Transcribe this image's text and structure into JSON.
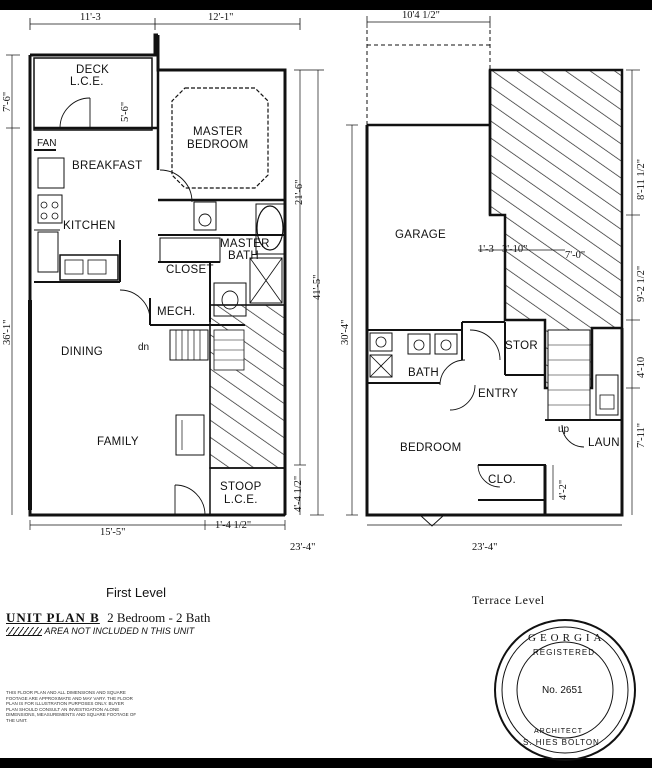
{
  "first_level": {
    "rooms": {
      "deck": "DECK",
      "deck_sub": "L.C.E.",
      "master_bedroom_1": "MASTER",
      "master_bedroom_2": "BEDROOM",
      "fan": "FAN",
      "breakfast": "BREAKFAST",
      "kitchen": "KITCHEN",
      "master_bath_1": "MASTER",
      "master_bath_2": "BATH",
      "closet": "CLOSET",
      "mech": "MECH.",
      "dining": "DINING",
      "family": "FAMILY",
      "stoop": "STOOP",
      "stoop_sub": "L.C.E.",
      "dn": "dn"
    },
    "dims": {
      "top_left": "11'-3",
      "top_right": "12'-1\"",
      "deck_height": "7'-6\"",
      "deck_inner": "5'-6\"",
      "left_total": "36'-1\"",
      "master_depth": "21'-6\"",
      "right_total": "41'-5\"",
      "stoop_height": "4'-4 1/2\"",
      "bottom_left": "15'-5\"",
      "bottom_stoop": "1'-4 1/2\"",
      "bottom_total": "23'-4\""
    },
    "caption": "First Level"
  },
  "terrace_level": {
    "rooms": {
      "garage": "GARAGE",
      "stor": "STOR",
      "bath": "BATH",
      "entry": "ENTRY",
      "bedroom": "BEDROOM",
      "clo": "CLO.",
      "laun": "LAUN",
      "up": "up"
    },
    "dims": {
      "top": "10'4 1/2\"",
      "left_total": "30'-4\"",
      "right_1": "8'-11 1/2\"",
      "right_2": "9'-2 1/2\"",
      "right_3": "4'-10",
      "right_4": "7'-11\"",
      "inner_a": "1'-3",
      "inner_b": "3'-10\"",
      "inner_c": "7'-0\"",
      "clo_dim": "4'-2\"",
      "bottom_total": "23'-4\""
    },
    "caption": "Terrace Level"
  },
  "title": {
    "unit_plan": "UNIT PLAN B",
    "description": "2 Bedroom - 2 Bath",
    "legend_note": "AREA NOT INCLUDED N THIS UNIT"
  },
  "seal": {
    "state": "GEORGIA",
    "registered": "REGISTERED",
    "number": "No. 2651",
    "role": "ARCHITECT",
    "name": "S. HIES BOLTON"
  },
  "fine_print": [
    "THIS FLOOR PLAN AND ALL DIMENSIONS AND SQUARE",
    "FOOTAGE ARE APPROXIMATE AND MAY VARY. THE FLOOR",
    "PLAN IS FOR ILLUSTRATION PURPOSES ONLY. BUYER",
    "PLAN SHOULD CONSULT AN INVESTIGATION ALONE",
    "DIMENSIONS, MEASUREMENTS AND SQUARE FOOTAGE OF",
    "THE UNIT."
  ]
}
